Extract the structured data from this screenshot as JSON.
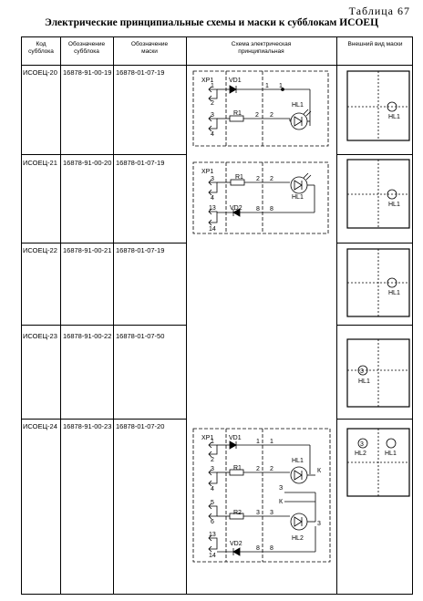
{
  "table_number": "Таблица 67",
  "title": "Электрические принципиальные схемы и маски к субблокам ИСОЕЦ",
  "headers": {
    "code": [
      "Код",
      "субблока"
    ],
    "designation": [
      "Обозначение",
      "субблока"
    ],
    "mask_designation": [
      "Обозначение",
      "маски"
    ],
    "schematic": [
      "Схема электрическая",
      "принципиальная"
    ],
    "appearance": [
      "Внешний вид маски"
    ]
  },
  "rows": [
    {
      "code": "ИСОЕЦ-20",
      "designation": "16878-91-00-19",
      "mask": "16878-01-07-19"
    },
    {
      "code": "ИСОЕЦ-21",
      "designation": "16878-91-00-20",
      "mask": "16878-01-07-19"
    },
    {
      "code": "ИСОЕЦ-22",
      "designation": "16878-91-00-21",
      "mask": "16878-01-07-19"
    },
    {
      "code": "ИСОЕЦ-23",
      "designation": "16878-91-00-22",
      "mask": "16878-01-07-50"
    },
    {
      "code": "ИСОЕЦ-24",
      "designation": "16878-91-00-23",
      "mask": "16878-01-07-20"
    }
  ],
  "labels": {
    "xp1": "XP1",
    "vd1": "VD1",
    "vd2": "VD2",
    "r1": "R1",
    "r2": "R2",
    "hl1": "HL1",
    "hl2": "HL2",
    "k": "К",
    "z": "З",
    "p1": "1",
    "p2": "2",
    "p3": "3",
    "p4": "4",
    "p5": "5",
    "p6": "6",
    "p8": "8",
    "p13": "13",
    "p14": "14"
  }
}
